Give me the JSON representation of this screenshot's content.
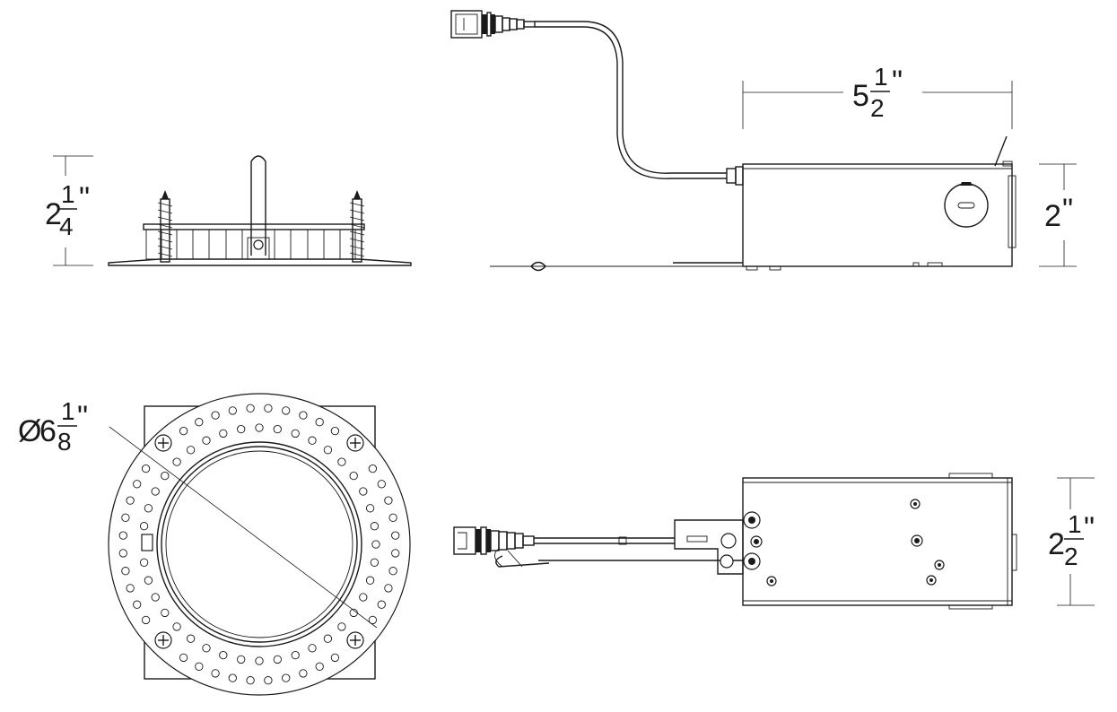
{
  "dimensions": {
    "height_side": {
      "whole": "2",
      "num": "1",
      "den": "4",
      "unit": "\""
    },
    "length_top": {
      "whole": "5",
      "num": "1",
      "den": "2",
      "unit": "\""
    },
    "height_box": {
      "whole": "2",
      "num": "",
      "den": "",
      "unit": "\""
    },
    "diameter": {
      "prefix": "Ø",
      "whole": "6",
      "num": "1",
      "den": "8",
      "unit": "\""
    },
    "width_box": {
      "whole": "2",
      "num": "1",
      "den": "2",
      "unit": "\""
    }
  }
}
